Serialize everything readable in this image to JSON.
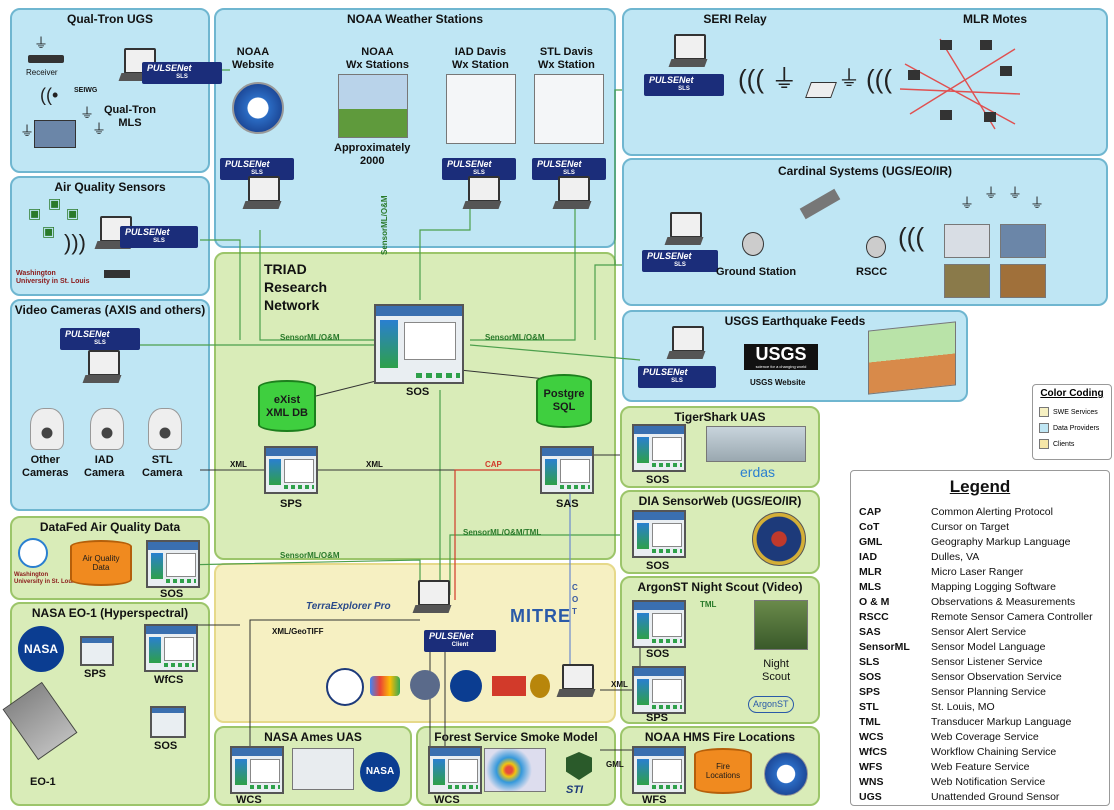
{
  "panels": {
    "qualtron": "Qual-Tron UGS",
    "noaa": "NOAA Weather Stations",
    "seri": "SERI Relay",
    "mlr": "MLR Motes",
    "air": "Air Quality Sensors",
    "cardinal": "Cardinal Systems (UGS/EO/IR)",
    "video": "Video Cameras (AXIS and others)",
    "usgs": "USGS Earthquake Feeds",
    "tigershark": "TigerShark UAS",
    "dia": "DIA SensorWeb (UGS/EO/IR)",
    "datafed": "DataFed Air Quality Data",
    "argon": "ArgonST Night Scout (Video)",
    "eo1": "NASA EO-1 (Hyperspectral)",
    "ames": "NASA Ames UAS",
    "forest": "Forest Service Smoke Model",
    "hms": "NOAA HMS Fire Locations"
  },
  "labels": {
    "receiver": "Receiver",
    "seiwg": "SEIWG",
    "qualtron_mls": "Qual-Tron\nMLS",
    "noaa_website": "NOAA\nWebsite",
    "noaa_wx": "NOAA\nWx Stations",
    "approx": "Approximately\n2000",
    "iad_davis": "IAD Davis\nWx Station",
    "stl_davis": "STL Davis\nWx Station",
    "washington": "Washington\nUniversity in St. Louis",
    "triad": "TRIAD\nResearch\nNetwork",
    "ground_station": "Ground Station",
    "rscc": "RSCC",
    "usgs_logo": "USGS",
    "usgs_tag": "science for a changing world",
    "usgs_website": "USGS Website",
    "sos_center": "SOS",
    "exist": "eXist\nXML DB",
    "postgre": "Postgre\nSQL",
    "other_cam": "Other\nCameras",
    "iad_cam": "IAD\nCamera",
    "stl_cam": "STL\nCamera",
    "sps": "SPS",
    "sas": "SAS",
    "air_quality_data": "Air Quality\nData",
    "sos": "SOS",
    "wcs": "WCS",
    "wfcs": "WfCS",
    "wfs": "WFS",
    "eo1_label": "EO-1",
    "mitre": "MITRE",
    "terraexplorer": "TerraExplorer Pro",
    "erdas": "erdas",
    "night_scout": "Night\nScout",
    "argonst": "ArgonST",
    "fire_locations": "Fire\nLocations",
    "nasa": "NASA",
    "sti": "STI",
    "pulsen": "PULSENet",
    "pulsen_sls": "SLS",
    "pulsen_client": "Client"
  },
  "edges": {
    "sensorml_om": "SensorML/O&M",
    "sensorml_om_tml": "SensorML/O&M/TML",
    "xml": "XML",
    "cap": "CAP",
    "cot": "C\nO\nT",
    "tml": "TML",
    "xml_geotiff": "XML/GeoTIFF",
    "gml": "GML"
  },
  "color_coding": {
    "title": "Color Coding",
    "items": [
      {
        "label": "SWE Services",
        "color": "#f6f0c2"
      },
      {
        "label": "Data Providers",
        "color": "#bfe6f4"
      },
      {
        "label": "Clients",
        "color": "#f6e7a8"
      }
    ]
  },
  "legend": {
    "title": "Legend",
    "rows": [
      {
        "abbr": "CAP",
        "def": "Common Alerting Protocol"
      },
      {
        "abbr": "CoT",
        "def": "Cursor on Target"
      },
      {
        "abbr": "GML",
        "def": "Geography Markup Language"
      },
      {
        "abbr": "IAD",
        "def": "Dulles, VA"
      },
      {
        "abbr": "MLR",
        "def": "Micro Laser Ranger"
      },
      {
        "abbr": "MLS",
        "def": "Mapping Logging Software"
      },
      {
        "abbr": "O & M",
        "def": "Observations & Measurements"
      },
      {
        "abbr": "RSCC",
        "def": "Remote Sensor Camera Controller"
      },
      {
        "abbr": "SAS",
        "def": "Sensor Alert Service"
      },
      {
        "abbr": "SensorML",
        "def": "Sensor Model Language"
      },
      {
        "abbr": "SLS",
        "def": "Sensor Listener Service"
      },
      {
        "abbr": "SOS",
        "def": "Sensor Observation Service"
      },
      {
        "abbr": "SPS",
        "def": "Sensor Planning Service"
      },
      {
        "abbr": "STL",
        "def": "St. Louis, MO"
      },
      {
        "abbr": "TML",
        "def": "Transducer Markup Language"
      },
      {
        "abbr": "WCS",
        "def": "Web Coverage Service"
      },
      {
        "abbr": "WfCS",
        "def": "Workflow Chaining Service"
      },
      {
        "abbr": "WFS",
        "def": "Web Feature Service"
      },
      {
        "abbr": "WNS",
        "def": "Web Notification Service"
      },
      {
        "abbr": "UGS",
        "def": "Unattended Ground Sensor"
      }
    ]
  }
}
